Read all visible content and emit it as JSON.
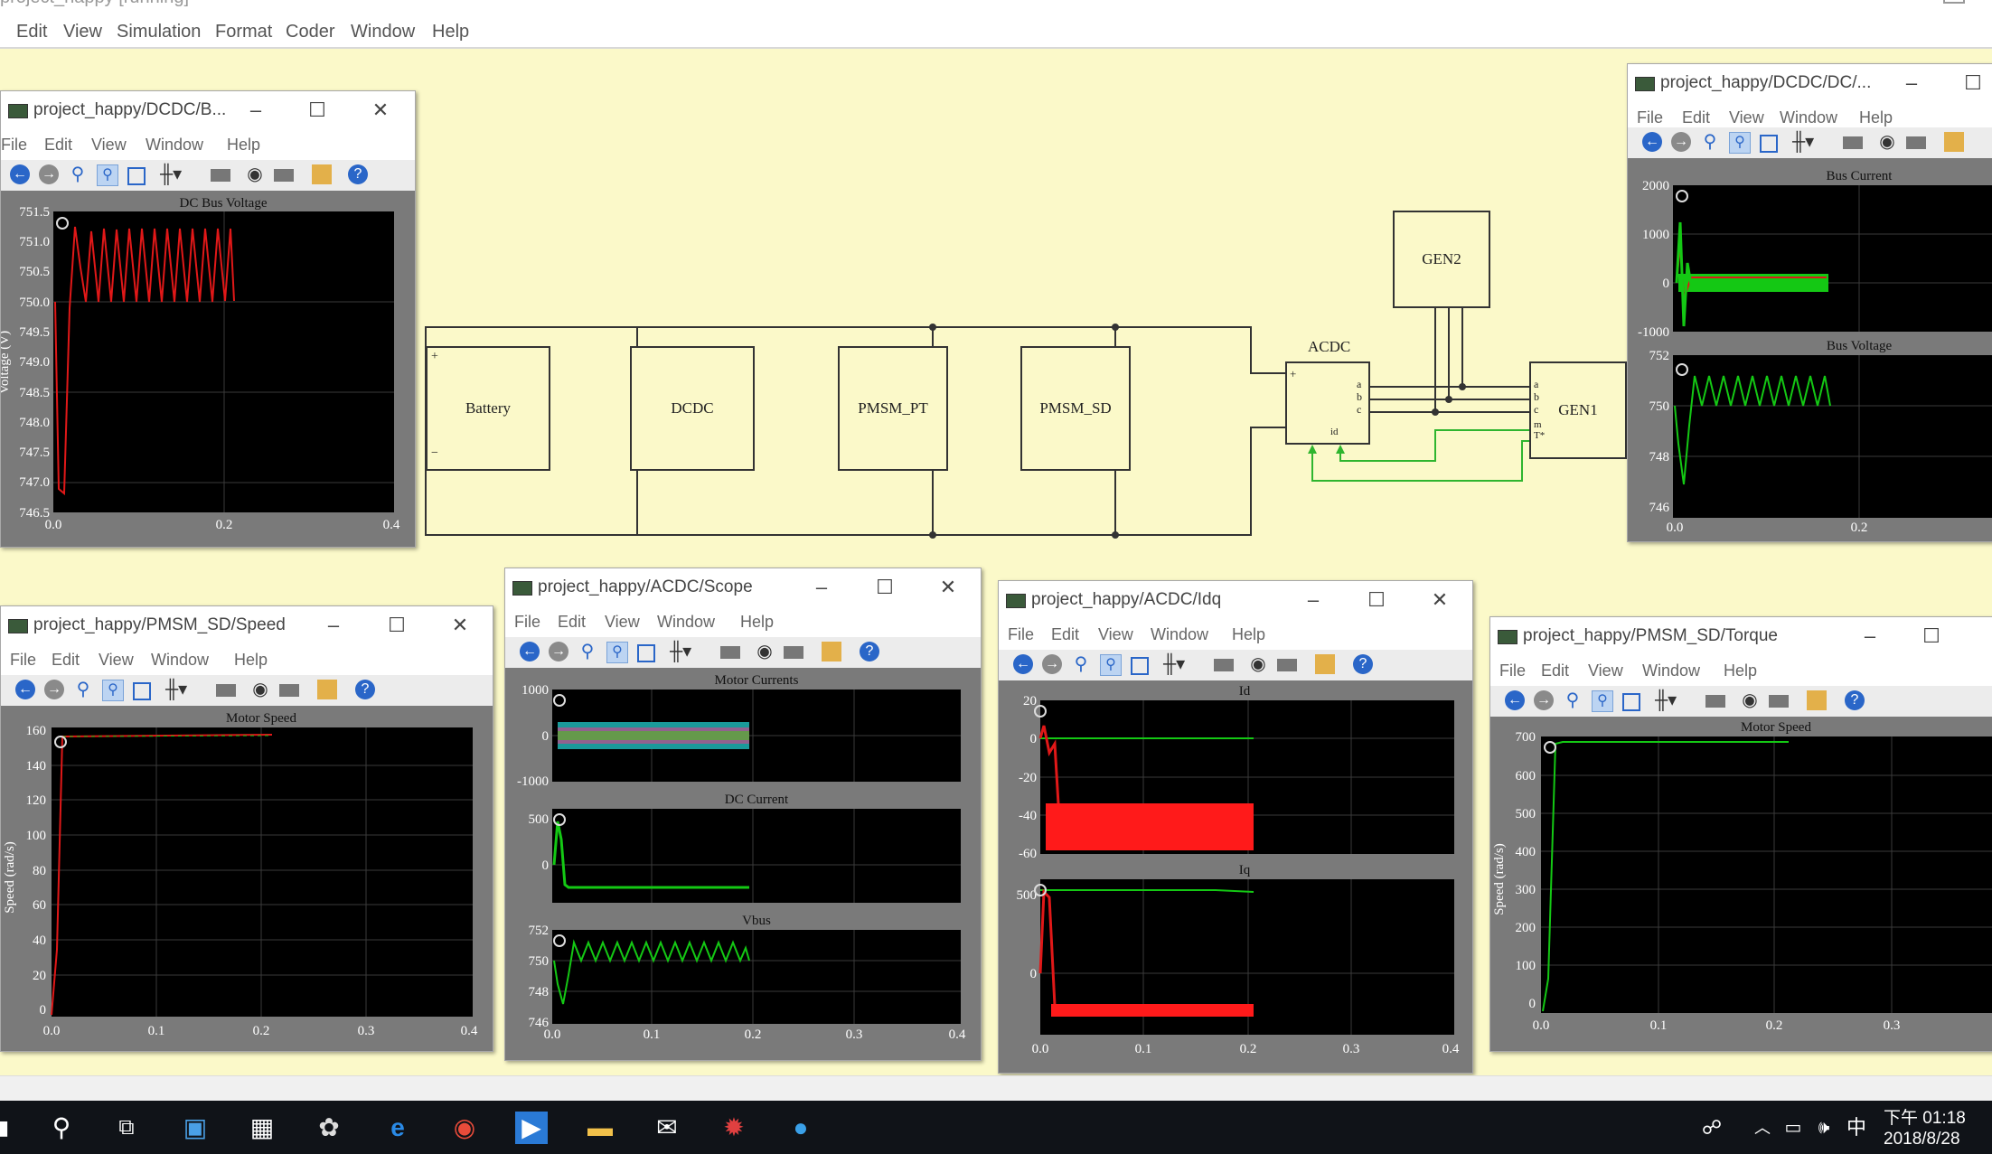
{
  "app": {
    "title": "project_happy [running]",
    "menu": [
      "Edit",
      "View",
      "Simulation",
      "Format",
      "Coder",
      "Window",
      "Help"
    ]
  },
  "diagram": {
    "blocks": {
      "battery": "Battery",
      "dcdc": "DCDC",
      "pmsm_pt": "PMSM_PT",
      "pmsm_sd": "PMSM_SD",
      "acdc": "ACDC",
      "gen1": "GEN1",
      "gen2": "GEN2"
    },
    "port_labels": {
      "plus": "+",
      "minus": "−",
      "a": "a",
      "b": "b",
      "c": "c",
      "m": "m",
      "tstar": "T*",
      "id": "id"
    }
  },
  "colors": {
    "canvas": "#fbf9c9",
    "plot_bg": "#000000",
    "trace_red": "#ff1a1a",
    "trace_green": "#19e219",
    "signal_wire": "#2fb52f"
  },
  "window_menu": [
    "File",
    "Edit",
    "View",
    "Window",
    "Help"
  ],
  "windows": [
    {
      "id": "dcdc_battery",
      "title": "project_happy/DCDC/B...",
      "plots": [
        {
          "title": "DC Bus Voltage",
          "ylabel": "Voltage (V)",
          "yticks": [
            "751.5",
            "751.0",
            "750.5",
            "750.0",
            "749.5",
            "749.0",
            "748.5",
            "748.0",
            "747.5",
            "747.0",
            "746.5"
          ],
          "xticks": [
            "0.0",
            "0.2",
            "0.4"
          ]
        }
      ]
    },
    {
      "id": "dcdc_dc",
      "title": "project_happy/DCDC/DC/...",
      "plots": [
        {
          "title": "Bus Current",
          "yticks": [
            "2000",
            "1000",
            "0",
            "-1000"
          ],
          "xticks": []
        },
        {
          "title": "Bus Voltage",
          "yticks": [
            "752",
            "750",
            "748",
            "746"
          ],
          "xticks": [
            "0.0",
            "0.2"
          ]
        }
      ]
    },
    {
      "id": "pmsm_sd_speed",
      "title": "project_happy/PMSM_SD/Speed",
      "plots": [
        {
          "title": "Motor Speed",
          "ylabel": "Speed (rad/s)",
          "yticks": [
            "160",
            "140",
            "120",
            "100",
            "80",
            "60",
            "40",
            "20",
            "0"
          ],
          "xticks": [
            "0.0",
            "0.1",
            "0.2",
            "0.3",
            "0.4"
          ]
        }
      ]
    },
    {
      "id": "acdc_scope",
      "title": "project_happy/ACDC/Scope",
      "plots": [
        {
          "title": "Motor Currents",
          "yticks": [
            "1000",
            "0",
            "-1000"
          ],
          "xticks": []
        },
        {
          "title": "DC Current",
          "yticks": [
            "500",
            "0"
          ],
          "xticks": []
        },
        {
          "title": "Vbus",
          "yticks": [
            "752",
            "750",
            "748",
            "746"
          ],
          "xticks": [
            "0.0",
            "0.1",
            "0.2",
            "0.3",
            "0.4"
          ]
        }
      ]
    },
    {
      "id": "acdc_idq",
      "title": "project_happy/ACDC/Idq",
      "plots": [
        {
          "title": "Id",
          "yticks": [
            "20",
            "0",
            "-20",
            "-40",
            "-60"
          ],
          "xticks": []
        },
        {
          "title": "Iq",
          "yticks": [
            "500",
            "0"
          ],
          "xticks": [
            "0.0",
            "0.1",
            "0.2",
            "0.3",
            "0.4"
          ]
        }
      ]
    },
    {
      "id": "pmsm_sd_torque",
      "title": "project_happy/PMSM_SD/Torque",
      "plots": [
        {
          "title": "Motor Speed",
          "ylabel": "Speed (rad/s)",
          "yticks": [
            "700",
            "600",
            "500",
            "400",
            "300",
            "200",
            "100",
            "0"
          ],
          "xticks": [
            "0.0",
            "0.1",
            "0.2",
            "0.3"
          ]
        }
      ]
    }
  ],
  "taskbar": {
    "tray_ime": "中",
    "time": "下午 01:18",
    "date": "2018/8/28"
  }
}
